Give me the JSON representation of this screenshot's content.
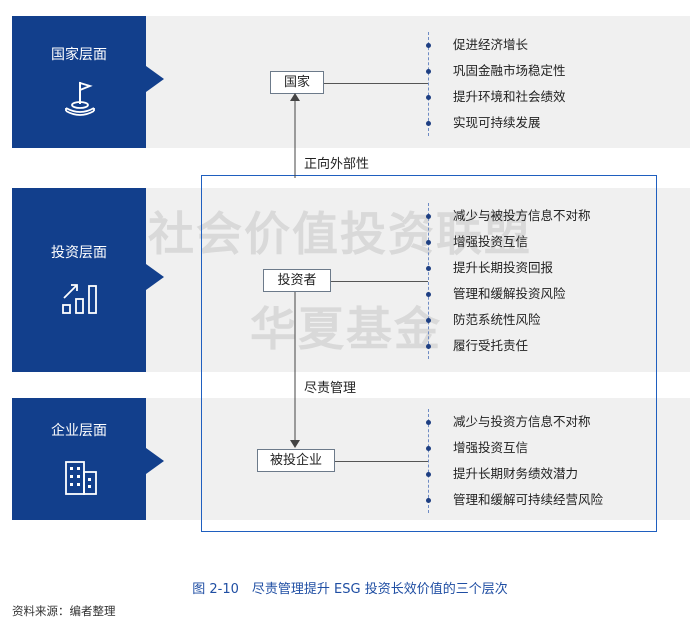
{
  "levels": [
    {
      "title": "国家层面",
      "icon": "flag-icon"
    },
    {
      "title": "投资层面",
      "icon": "growth-chart-icon"
    },
    {
      "title": "企业层面",
      "icon": "building-icon"
    }
  ],
  "nodes": {
    "country": "国家",
    "investor": "投资者",
    "investee": "被投企业"
  },
  "relations": {
    "positive_externality": "正向外部性",
    "stewardship": "尽责管理"
  },
  "lists": {
    "country": [
      "促进经济增长",
      "巩固金融市场稳定性",
      "提升环境和社会绩效",
      "实现可持续发展"
    ],
    "investor": [
      "减少与被投方信息不对称",
      "增强投资互信",
      "提升长期投资回报",
      "管理和缓解投资风险",
      "防范系统性风险",
      "履行受托责任"
    ],
    "enterprise": [
      "减少与投资方信息不对称",
      "增强投资互信",
      "提升长期财务绩效潜力",
      "管理和缓解可持续经营风险"
    ]
  },
  "watermark": {
    "line1": "社会价值投资联盟",
    "line2": "华夏基金"
  },
  "caption": "图 2-10　尽责管理提升 ESG 投资长效价值的三个层次",
  "source": "资料来源：编者整理",
  "colors": {
    "level_fill": "#123f8c",
    "band_fill": "#f0f0f0",
    "frame_stroke": "#1f5fbf",
    "caption_text": "#1f4ea3"
  }
}
